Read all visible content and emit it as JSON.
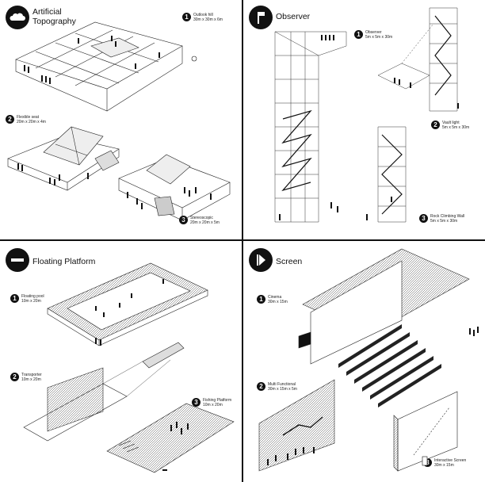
{
  "quadrants": {
    "topography": {
      "title": "Artificial\nTopography",
      "items": [
        {
          "num": "1",
          "label": "Outlook hill\n30m x 30m x 6m"
        },
        {
          "num": "2",
          "label": "Flexible seat\n20m x 20m x 4m"
        },
        {
          "num": "3",
          "label": "Stereoscopic\n20m x 20m x 5m"
        }
      ]
    },
    "observer": {
      "title": "Observer",
      "items": [
        {
          "num": "1",
          "label": "Observer\n5m x 5m x 30m"
        },
        {
          "num": "2",
          "label": "Vault light\n5m x 5m x 30m"
        },
        {
          "num": "3",
          "label": "Rock Climbing Wall\n5m x 5m x 30m"
        }
      ]
    },
    "platform": {
      "title": "Floating Platform",
      "items": [
        {
          "num": "1",
          "label": "Floating pool\n10m x 20m"
        },
        {
          "num": "2",
          "label": "Transporter\n10m x 20m"
        },
        {
          "num": "3",
          "label": "Fishing Platform\n10m x 20m"
        }
      ]
    },
    "screen": {
      "title": "Screen",
      "items": [
        {
          "num": "1",
          "label": "Cinema\n30m x 15m"
        },
        {
          "num": "2",
          "label": "Multi Functional\n30m x 15m x 5m"
        },
        {
          "num": "3",
          "label": "Interactive Screen\n30m x 15m"
        }
      ]
    }
  }
}
